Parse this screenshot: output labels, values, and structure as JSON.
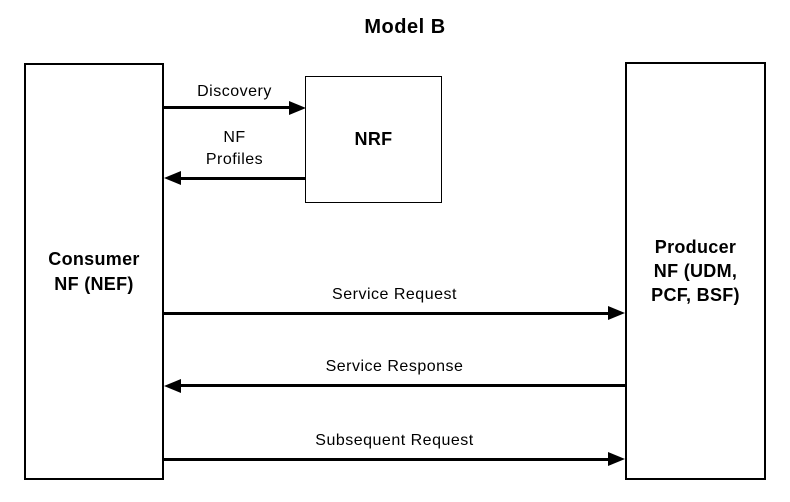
{
  "title": "Model B",
  "nodes": {
    "consumer": {
      "label": "Consumer\nNF (NEF)"
    },
    "nrf": {
      "label": "NRF"
    },
    "producer": {
      "label": "Producer\nNF (UDM,\nPCF, BSF)"
    }
  },
  "arrows": [
    {
      "id": "discovery",
      "label": "Discovery",
      "from": "consumer",
      "to": "nrf",
      "direction": "right"
    },
    {
      "id": "nf-profiles",
      "label": "NF\nProfiles",
      "from": "nrf",
      "to": "consumer",
      "direction": "left"
    },
    {
      "id": "service-request",
      "label": "Service Request",
      "from": "consumer",
      "to": "producer",
      "direction": "right"
    },
    {
      "id": "service-response",
      "label": "Service Response",
      "from": "producer",
      "to": "consumer",
      "direction": "left"
    },
    {
      "id": "subsequent-request",
      "label": "Subsequent Request",
      "from": "consumer",
      "to": "producer",
      "direction": "right"
    }
  ],
  "colors": {
    "background": "#ffffff",
    "line": "#000000",
    "text": "#000000",
    "box_border": "#000000",
    "box_fill": "#ffffff"
  }
}
